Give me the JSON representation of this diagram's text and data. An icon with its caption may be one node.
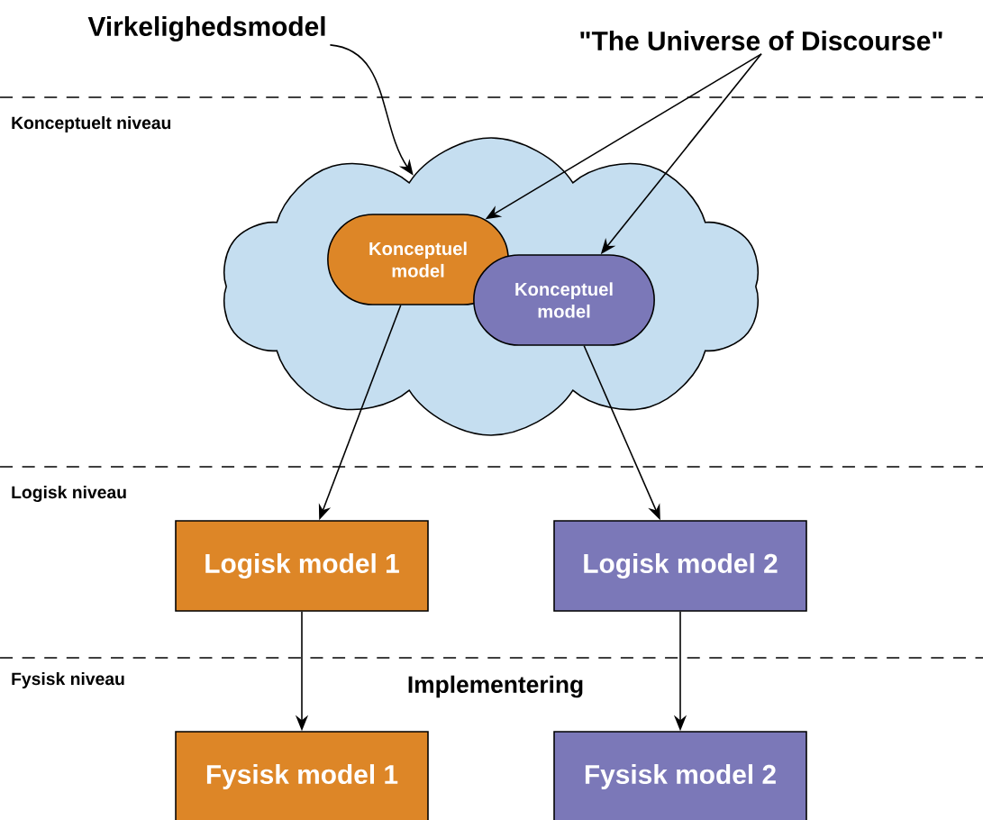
{
  "diagram": {
    "nodes": [
      {
        "text": [
          "Virkelighedsmodel"
        ]
      },
      {
        "text": [
          "\"The Universe of Discourse\""
        ]
      },
      {
        "text": [],
        "shape": "cloud"
      },
      {
        "text": [
          "Konceptuel model"
        ],
        "in": 2
      },
      {
        "text": [
          "Konceptuel model"
        ],
        "in": 2
      },
      {
        "text": [
          "Logisk model 1"
        ]
      },
      {
        "text": [
          "Logisk model 2"
        ]
      },
      {
        "text": [
          "Fysisk model 1"
        ]
      },
      {
        "text": [
          "Fysisk model 2"
        ]
      }
    ],
    "edges": [
      {
        "from": 0,
        "to": 2,
        "arrow": "to"
      },
      {
        "from": 1,
        "to": 3,
        "arrow": "to"
      },
      {
        "from": 1,
        "to": 4,
        "arrow": "to"
      },
      {
        "from": 3,
        "to": 5,
        "arrow": "to"
      },
      {
        "from": 4,
        "to": 6,
        "arrow": "to"
      },
      {
        "from": 5,
        "to": 7,
        "arrow": "to"
      },
      {
        "from": 6,
        "to": 8,
        "arrow": "to"
      }
    ],
    "labels": [
      "Konceptuelt niveau",
      "Logisk niveau",
      "Fysisk niveau",
      "Implementering"
    ]
  }
}
